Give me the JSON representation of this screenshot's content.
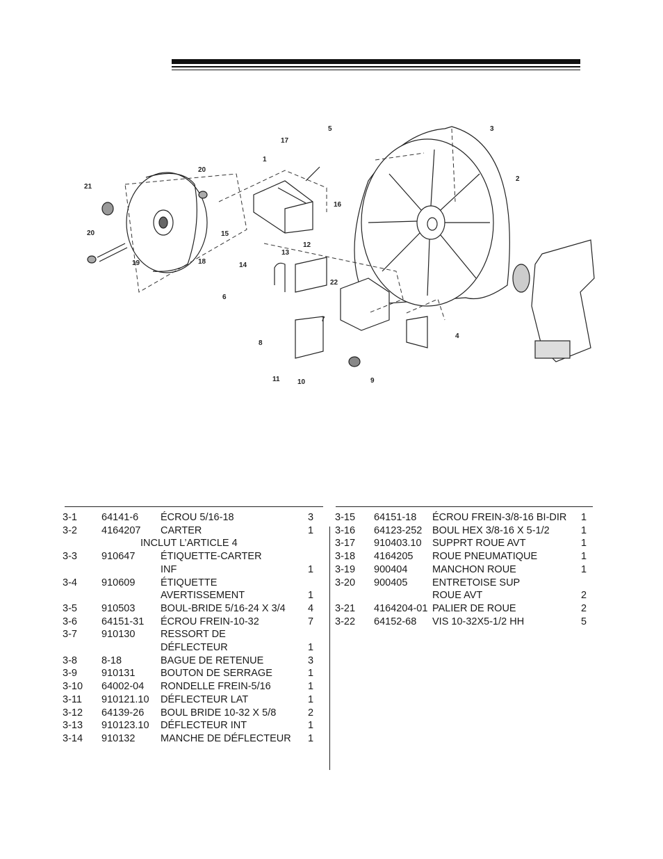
{
  "callouts": [
    "1",
    "2",
    "3",
    "4",
    "5",
    "6",
    "7",
    "8",
    "9",
    "10",
    "11",
    "12",
    "13",
    "14",
    "15",
    "16",
    "17",
    "18",
    "19",
    "20",
    "21",
    "22"
  ],
  "parts_left": [
    {
      "ref": "3-1",
      "pn": "64141-6",
      "desc": "ÉCROU 5/16-18",
      "qty": "3"
    },
    {
      "ref": "3-2",
      "pn": "4164207",
      "desc": "CARTER",
      "qty": "1"
    },
    {
      "ref": "",
      "pn": "",
      "desc": "INCLUT L’ARTICLE 4",
      "qty": "",
      "indent": true
    },
    {
      "ref": "3-3",
      "pn": "910647",
      "desc": "ÉTIQUETTE-CARTER",
      "qty": ""
    },
    {
      "ref": "",
      "pn": "",
      "desc": "INF",
      "qty": "1"
    },
    {
      "ref": "3-4",
      "pn": "910609",
      "desc": "ÉTIQUETTE",
      "qty": ""
    },
    {
      "ref": "",
      "pn": "",
      "desc": "AVERTISSEMENT",
      "qty": "1"
    },
    {
      "ref": "3-5",
      "pn": "910503",
      "desc": "BOUL-BRIDE 5/16-24 X 3/4",
      "qty": "4"
    },
    {
      "ref": "3-6",
      "pn": "64151-31",
      "desc": "ÉCROU FREIN-10-32",
      "qty": "7"
    },
    {
      "ref": "3-7",
      "pn": "910130",
      "desc": "RESSORT DE",
      "qty": ""
    },
    {
      "ref": "",
      "pn": "",
      "desc": "DÉFLECTEUR",
      "qty": "1"
    },
    {
      "ref": "3-8",
      "pn": "8-18",
      "desc": "BAGUE DE RETENUE",
      "qty": "3"
    },
    {
      "ref": "3-9",
      "pn": "910131",
      "desc": "BOUTON DE SERRAGE",
      "qty": "1"
    },
    {
      "ref": "3-10",
      "pn": "64002-04",
      "desc": "RONDELLE FREIN-5/16",
      "qty": "1"
    },
    {
      "ref": "3-11",
      "pn": "910121.10",
      "desc": "DÉFLECTEUR LAT",
      "qty": "1"
    },
    {
      "ref": "3-12",
      "pn": "64139-26",
      "desc": "BOUL BRIDE 10-32 X 5/8",
      "qty": "2"
    },
    {
      "ref": "3-13",
      "pn": "910123.10",
      "desc": "DÉFLECTEUR INT",
      "qty": "1"
    },
    {
      "ref": "3-14",
      "pn": "910132",
      "desc": "MANCHE DE DÉFLECTEUR",
      "qty": "1"
    }
  ],
  "parts_right": [
    {
      "ref": "3-15",
      "pn": "64151-18",
      "desc": "ÉCROU FREIN-3/8-16 BI-DIR",
      "qty": "1"
    },
    {
      "ref": "3-16",
      "pn": "64123-252",
      "desc": "BOUL HEX 3/8-16 X 5-1/2",
      "qty": "1"
    },
    {
      "ref": "3-17",
      "pn": "910403.10",
      "desc": "SUPPRT ROUE AVT",
      "qty": "1"
    },
    {
      "ref": "3-18",
      "pn": "4164205",
      "desc": "ROUE PNEUMATIQUE",
      "qty": "1"
    },
    {
      "ref": "3-19",
      "pn": "900404",
      "desc": "MANCHON ROUE",
      "qty": "1"
    },
    {
      "ref": "3-20",
      "pn": "900405",
      "desc": "ENTRETOISE SUP",
      "qty": ""
    },
    {
      "ref": "",
      "pn": "",
      "desc": "ROUE AVT",
      "qty": "2"
    },
    {
      "ref": "3-21",
      "pn": "4164204-01",
      "desc": "PALIER DE ROUE",
      "qty": "2"
    },
    {
      "ref": "3-22",
      "pn": "64152-68",
      "desc": "VIS 10-32X5-1/2 HH",
      "qty": "5"
    }
  ]
}
